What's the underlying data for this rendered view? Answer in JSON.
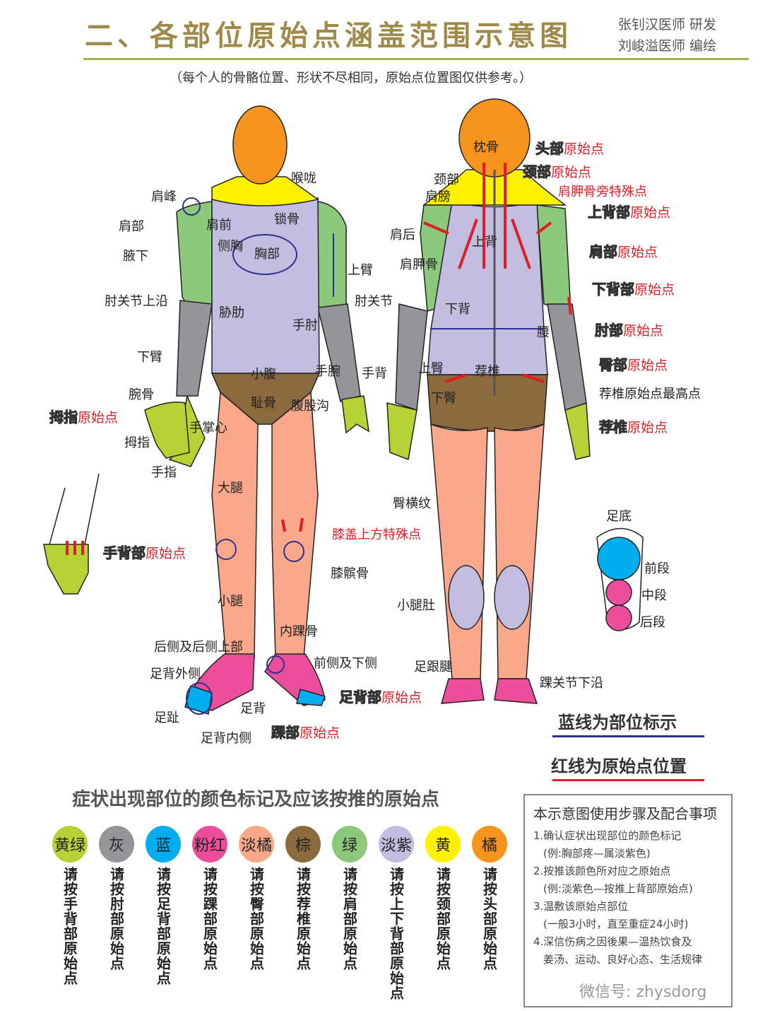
{
  "header": {
    "title": "二、各部位原始点涵盖范围示意图",
    "authors": [
      "张钊汉医师 研发",
      "刘峻溢医师 编绘"
    ],
    "note": "（每个人的骨骼位置、形状不尽相同，原始点位置图仅供参考。）"
  },
  "front_labels": [
    "喉咙",
    "肩峰",
    "肩部",
    "肩前",
    "锁骨",
    "侧胸",
    "胸部",
    "腋下",
    "上臂",
    "肘关节上沿",
    "胁肋",
    "肘关节",
    "手肘",
    "下臂",
    "小腹",
    "手腕",
    "手背",
    "腕骨",
    "耻骨",
    "腹股沟",
    "手掌心",
    "拇指",
    "手指",
    "大腿",
    "膝髌骨",
    "小腿",
    "内踝骨",
    "后侧及后侧上部",
    "前侧及下侧",
    "足背外侧",
    "足背",
    "足趾",
    "足背内侧"
  ],
  "back_labels": [
    "枕骨",
    "颈部",
    "肩膀",
    "肩后",
    "上背",
    "肩胛骨",
    "下背",
    "腰",
    "上臀",
    "荐椎",
    "下臀",
    "臀横纹",
    "小腿肚",
    "足跟腱",
    "踝关节下沿",
    "足底",
    "前段",
    "中段",
    "后段"
  ],
  "special_points": [
    "膝盖上方特殊点",
    "肩胛骨旁特殊点",
    "荐椎原始点最高点"
  ],
  "origin_suffix": "原始点",
  "origin_points": [
    {
      "part": "头部",
      "color": "#f7941d"
    },
    {
      "part": "颈部",
      "color": "#fff200"
    },
    {
      "part": "上背部",
      "color": "#b7b1dc"
    },
    {
      "part": "肩部",
      "color": "#8dc63f"
    },
    {
      "part": "下背部",
      "color": "#b7b1dc"
    },
    {
      "part": "肘部",
      "color": "#939598"
    },
    {
      "part": "臀部",
      "color": "#f9a98a"
    },
    {
      "part": "荐椎",
      "color": "#8b6a3e"
    },
    {
      "part": "拇指",
      "color": "#b5d334"
    },
    {
      "part": "手背部",
      "color": "#b5d334"
    },
    {
      "part": "足背部",
      "color": "#00aeef"
    },
    {
      "part": "踝部",
      "color": "#ec4e9c"
    }
  ],
  "line_legend": {
    "blue": "蓝线为部位标示",
    "red": "红线为原始点位置",
    "blue_color": "#2e3192",
    "red_color": "#e01c24"
  },
  "color_legend": {
    "title": "症状出现部位的颜色标记及应该按推的原始点",
    "items": [
      {
        "name": "黄绿",
        "color": "#b5d334",
        "action": "请按手背部原始点"
      },
      {
        "name": "灰",
        "color": "#939598",
        "action": "请按肘部原始点"
      },
      {
        "name": "蓝",
        "color": "#00aeef",
        "action": "请按足背部原始点"
      },
      {
        "name": "粉红",
        "color": "#ec4e9c",
        "action": "请按踝部原始点"
      },
      {
        "name": "淡橘",
        "color": "#f9a98a",
        "action": "请按臀部原始点"
      },
      {
        "name": "棕",
        "color": "#8b6a3e",
        "action": "请按荐椎原始点"
      },
      {
        "name": "绿",
        "color": "#8dc97a",
        "action": "请按肩部原始点"
      },
      {
        "name": "淡紫",
        "color": "#c3bde0",
        "action": "请按上下背部原始点"
      },
      {
        "name": "黄",
        "color": "#fff200",
        "action": "请按颈部原始点"
      },
      {
        "name": "橘",
        "color": "#f7941d",
        "action": "请按头部原始点"
      }
    ]
  },
  "instructions": {
    "title": "本示意图使用步骤及配合事项",
    "steps": [
      "1.确认症状出现部位的颜色标记",
      "(例:胸部疼—属淡紫色)",
      "2.按推该颜色所对应之原始点",
      "(例:淡紫色—按推上背部原始点)",
      "3.温敷该原始点部位",
      "(一般3小时，直至重症24小时)",
      "4.深信伤病之因後果—温热饮食及",
      "姜汤、运动、良好心态、生活规律"
    ]
  },
  "watermark": "微信号: zhysdorg"
}
